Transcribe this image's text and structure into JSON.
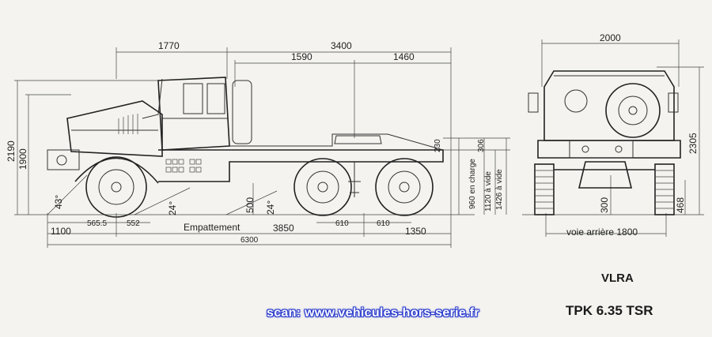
{
  "title": {
    "line1": "VLRA",
    "line2": "TPK 6.35 TSR"
  },
  "watermark": "scan: www.vehicules-hors-serie.fr",
  "side_view": {
    "dimensions": {
      "top_1770": "1770",
      "top_3400": "3400",
      "top_1590": "1590",
      "top_1460": "1460",
      "height_2190": "2190",
      "height_1900": "1900",
      "angle_43": "43°",
      "angle_24a": "24°",
      "angle_24b": "24°",
      "height_500": "500",
      "height_230": "230",
      "height_306": "306",
      "label_960": "960 en charge",
      "label_1120": "1120 à vide",
      "label_1426": "1426 à vide",
      "bottom_565": "565.5",
      "bottom_552": "552",
      "bottom_610a": "610",
      "bottom_610b": "610",
      "bottom_1100": "1100",
      "empattement": "Empattement",
      "bottom_3850": "3850",
      "bottom_1350": "1350",
      "total_6300": "6300"
    }
  },
  "rear_view": {
    "dimensions": {
      "width_2000": "2000",
      "height_2305": "2305",
      "height_300": "300",
      "height_468": "468",
      "track_label": "voie arrière 1800"
    }
  }
}
